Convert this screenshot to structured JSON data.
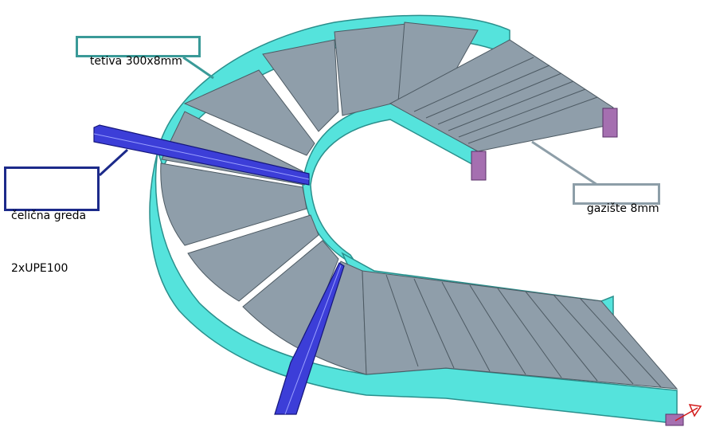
{
  "labels": {
    "stringer": "tetiva 300x8mm",
    "beam_line1": "čelična greda",
    "beam_line2": "2xUPE100",
    "tread": "gazište 8mm"
  },
  "colors": {
    "stringer": "#55e3dc",
    "stringer_edge": "#2a8f8c",
    "tread": "#8f9eaa",
    "tread_edge": "#4d5a63",
    "beam": "#3c3ed8",
    "beam_edge": "#14167a",
    "end_plate": "#a56fb0",
    "arrow": "#d21a1a",
    "callout_stringer": "#3a9a98",
    "callout_beam": "#1c2a8a",
    "callout_tread": "#8d9ea8"
  }
}
